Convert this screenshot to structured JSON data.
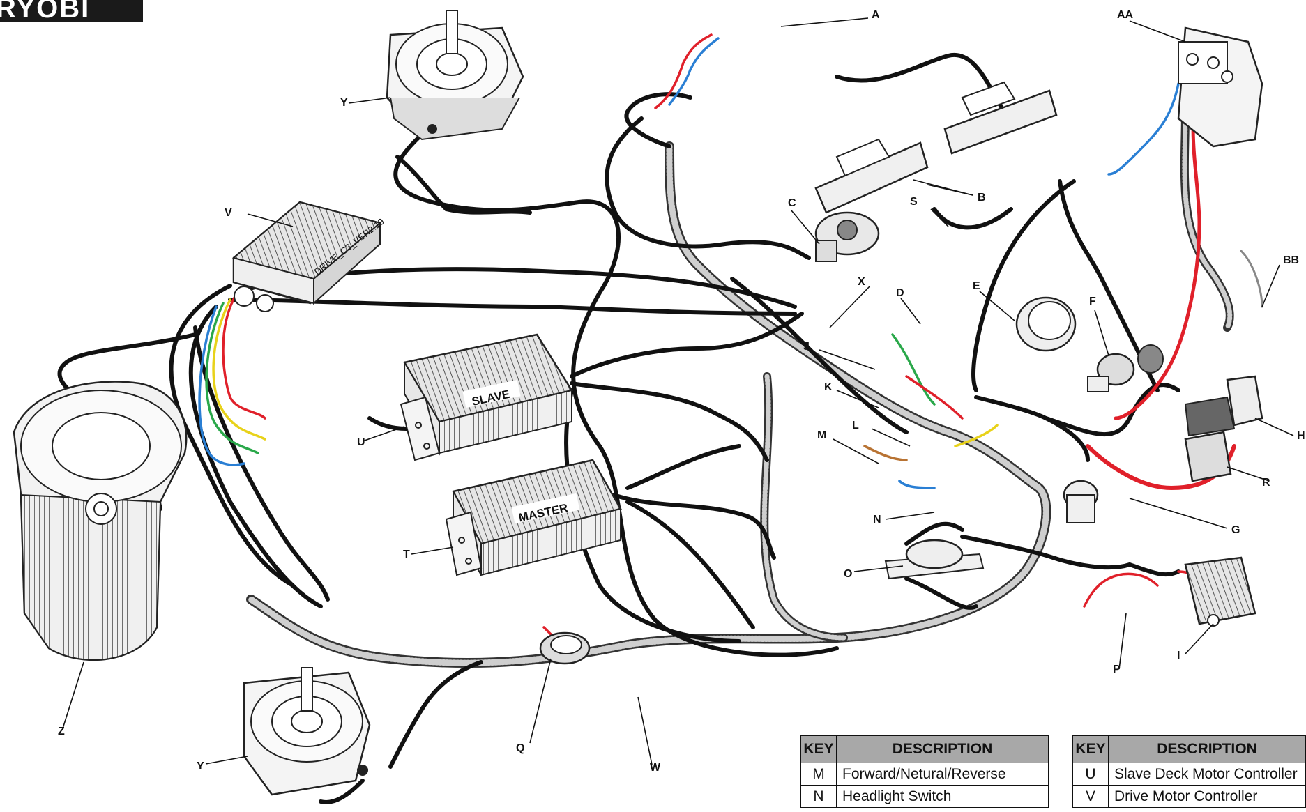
{
  "logo": {
    "text": "RYOBI"
  },
  "diagram": {
    "controller_labels": {
      "slave": "SLAVE",
      "master": "MASTER",
      "drive": "DRIVE_C3_VER2.19"
    },
    "callouts": {
      "A": "A",
      "AA": "AA",
      "B": "B",
      "BB": "BB",
      "C": "C",
      "D": "D",
      "E": "E",
      "F": "F",
      "G": "G",
      "H": "H",
      "I": "I",
      "J": "J",
      "K": "K",
      "L": "L",
      "M": "M",
      "N": "N",
      "O": "O",
      "P": "P",
      "Q": "Q",
      "R": "R",
      "S": "S",
      "T": "T",
      "U": "U",
      "V": "V",
      "W": "W",
      "X": "X",
      "Y1": "Y",
      "Y2": "Y",
      "Z": "Z"
    }
  },
  "key_tables": [
    {
      "header_key": "KEY",
      "header_description": "DESCRIPTION",
      "rows": [
        {
          "key": "M",
          "description": "Forward/Netural/Reverse"
        },
        {
          "key": "N",
          "description": "Headlight Switch"
        }
      ]
    },
    {
      "header_key": "KEY",
      "header_description": "DESCRIPTION",
      "rows": [
        {
          "key": "U",
          "description": "Slave Deck Motor Controller"
        },
        {
          "key": "V",
          "description": "Drive Motor Controller"
        }
      ]
    }
  ],
  "colors": {
    "wire_black": "#111111",
    "wire_red": "#e0202a",
    "wire_blue": "#2a7fd4",
    "wire_green": "#2aa84a",
    "wire_yellow": "#e8d21a",
    "table_header": "#a8a8a8"
  }
}
